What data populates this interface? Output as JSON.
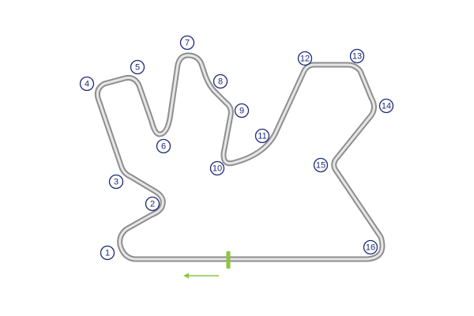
{
  "track": {
    "colors": {
      "track_outer": "#8e8e8e",
      "track_inner": "#e6e6e6",
      "start_finish": "#8cc63f",
      "direction_arrow": "#8cc63f",
      "corner_number": "#1e2a7a"
    },
    "direction": "left",
    "corners": [
      {
        "id": "1",
        "label": "1"
      },
      {
        "id": "2",
        "label": "2"
      },
      {
        "id": "3",
        "label": "3"
      },
      {
        "id": "4",
        "label": "4"
      },
      {
        "id": "5",
        "label": "5"
      },
      {
        "id": "6",
        "label": "6"
      },
      {
        "id": "7",
        "label": "7"
      },
      {
        "id": "8",
        "label": "8"
      },
      {
        "id": "9",
        "label": "9"
      },
      {
        "id": "10",
        "label": "10"
      },
      {
        "id": "11",
        "label": "11"
      },
      {
        "id": "12",
        "label": "12"
      },
      {
        "id": "13",
        "label": "13"
      },
      {
        "id": "14",
        "label": "14"
      },
      {
        "id": "15",
        "label": "15"
      },
      {
        "id": "16",
        "label": "16"
      }
    ]
  }
}
